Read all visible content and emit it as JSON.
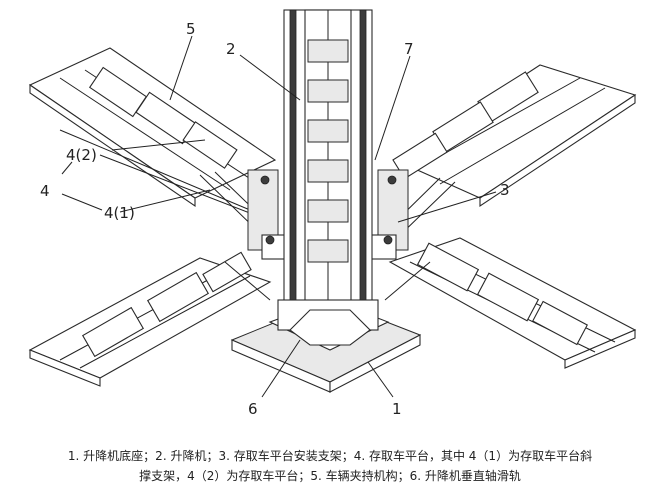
{
  "labels": {
    "l1": "1",
    "l2": "2",
    "l3": "3",
    "l4": "4",
    "l4_1": "4(1)",
    "l4_2": "4(2)",
    "l5": "5",
    "l6": "6",
    "l7": "7"
  },
  "caption": {
    "line1": "1. 升降机底座；2. 升降机；3. 存取车平台安装支架；4. 存取车平台，其中 4（1）为存取车平台斜",
    "line2": "撑支架，4（2）为存取车平台；5. 车辆夹持机构；6. 升降机垂直轴滑轨"
  }
}
